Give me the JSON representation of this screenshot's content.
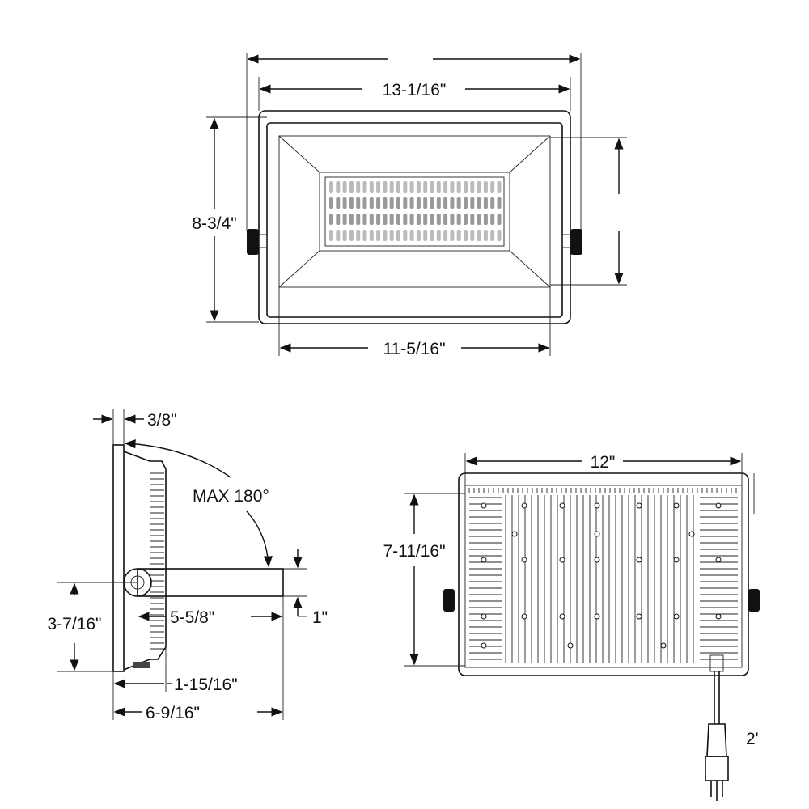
{
  "front_view": {
    "overall_width": "13-1/16\"",
    "height": "8-3/4\"",
    "lens_width": "11-5/16\""
  },
  "side_view": {
    "depth_front": "3/8\"",
    "rotation": "MAX 180°",
    "arm_length": "5-5/8\"",
    "arm_thickness": "1\"",
    "pivot_height": "3-7/16\"",
    "body_depth": "1-15/16\"",
    "total_depth": "6-9/16\""
  },
  "back_view": {
    "width": "12\"",
    "height": "7-11/16\"",
    "cord_length": "2'"
  }
}
